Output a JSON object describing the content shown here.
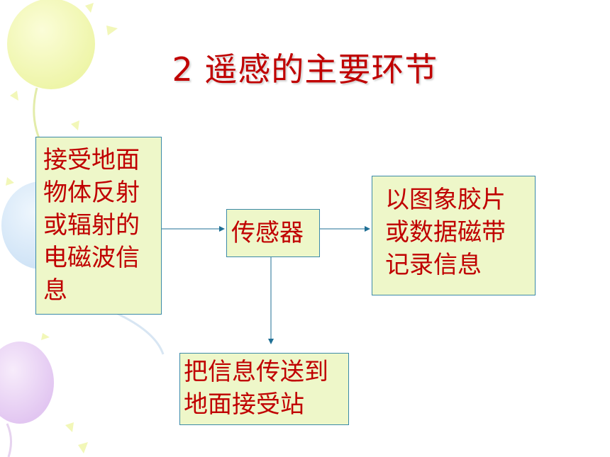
{
  "title": "2 遥感的主要环节",
  "nodes": {
    "source": {
      "lines": [
        "接受地面",
        "物体反射",
        "或辐射的",
        "电磁波信",
        "息"
      ]
    },
    "sensor": {
      "lines": [
        "传感器"
      ]
    },
    "record": {
      "lines": [
        "以图象胶片",
        "或数据磁带",
        "记录信息"
      ]
    },
    "transmit": {
      "lines": [
        "把信息传送到",
        "地面接受站"
      ]
    }
  },
  "colors": {
    "title": "#c00000",
    "box_fill": "#eef7c9",
    "box_border": "#3b8aa8",
    "arrow": "#1f6f95"
  }
}
